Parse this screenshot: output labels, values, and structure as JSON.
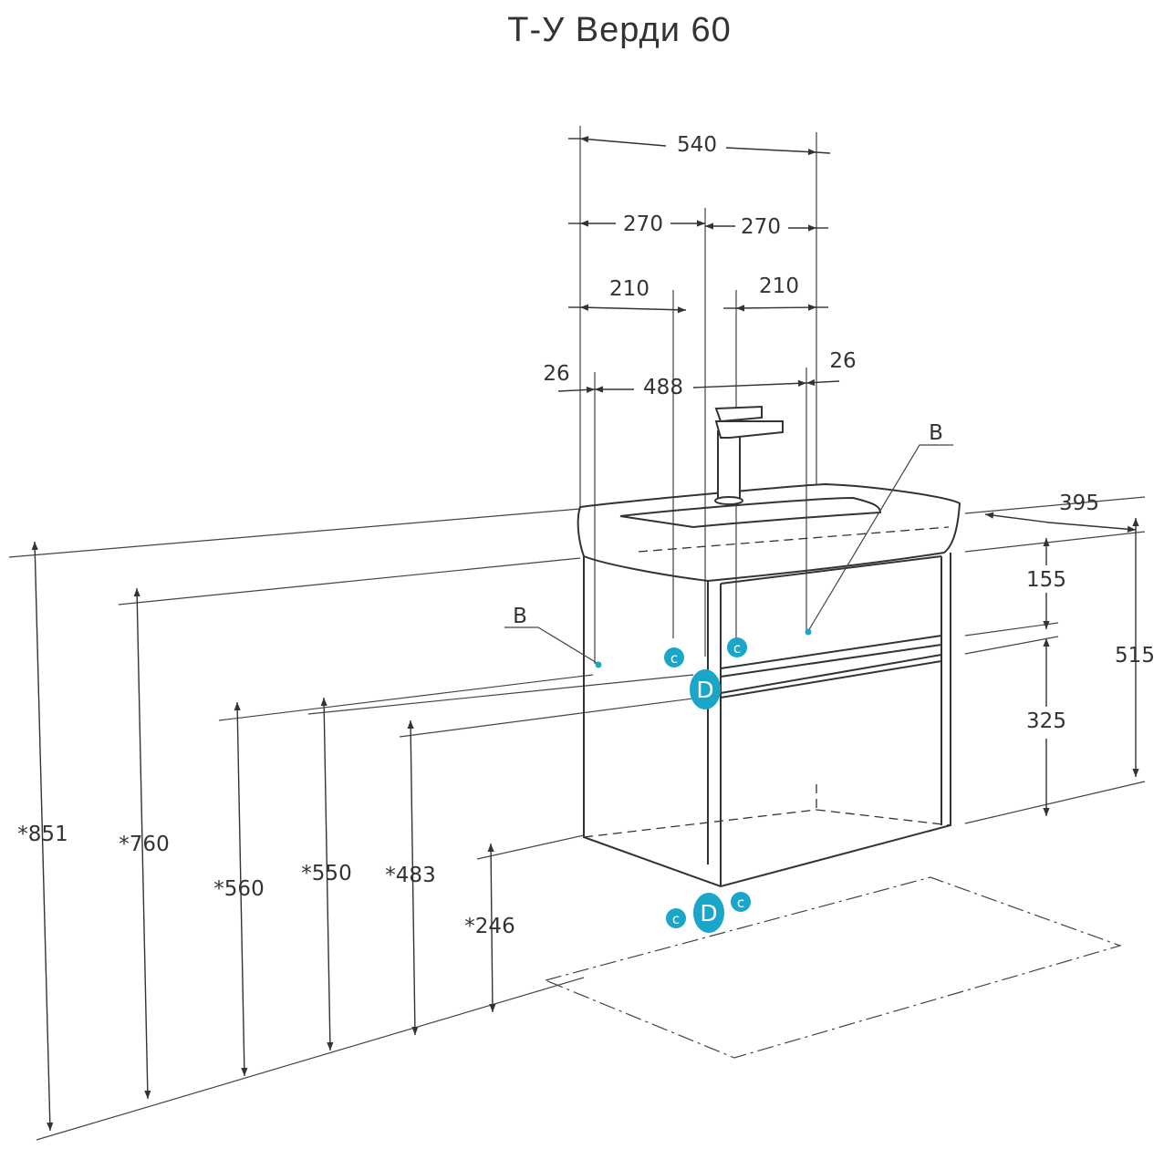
{
  "title": "Т-У Верди 60",
  "colors": {
    "line": "#333333",
    "accent": "#1aa6c8"
  },
  "width_dims": {
    "overall": "540",
    "half_left": "270",
    "half_right": "270",
    "drain_left": "210",
    "drain_right": "210",
    "mount_span": "488",
    "mount_offset_left": "26",
    "mount_offset_right": "26"
  },
  "depth_dim": "395",
  "cabinet_dims": {
    "top_drawer": "155",
    "bottom_drawer": "325",
    "cabinet_height": "515"
  },
  "height_dims": {
    "h851": "*851",
    "h760": "*760",
    "h560": "*560",
    "h550": "*550",
    "h483": "*483",
    "h246": "*246"
  },
  "labels": {
    "b_left": "B",
    "b_right": "B"
  },
  "connectors": {
    "c": "c",
    "d": "D"
  }
}
